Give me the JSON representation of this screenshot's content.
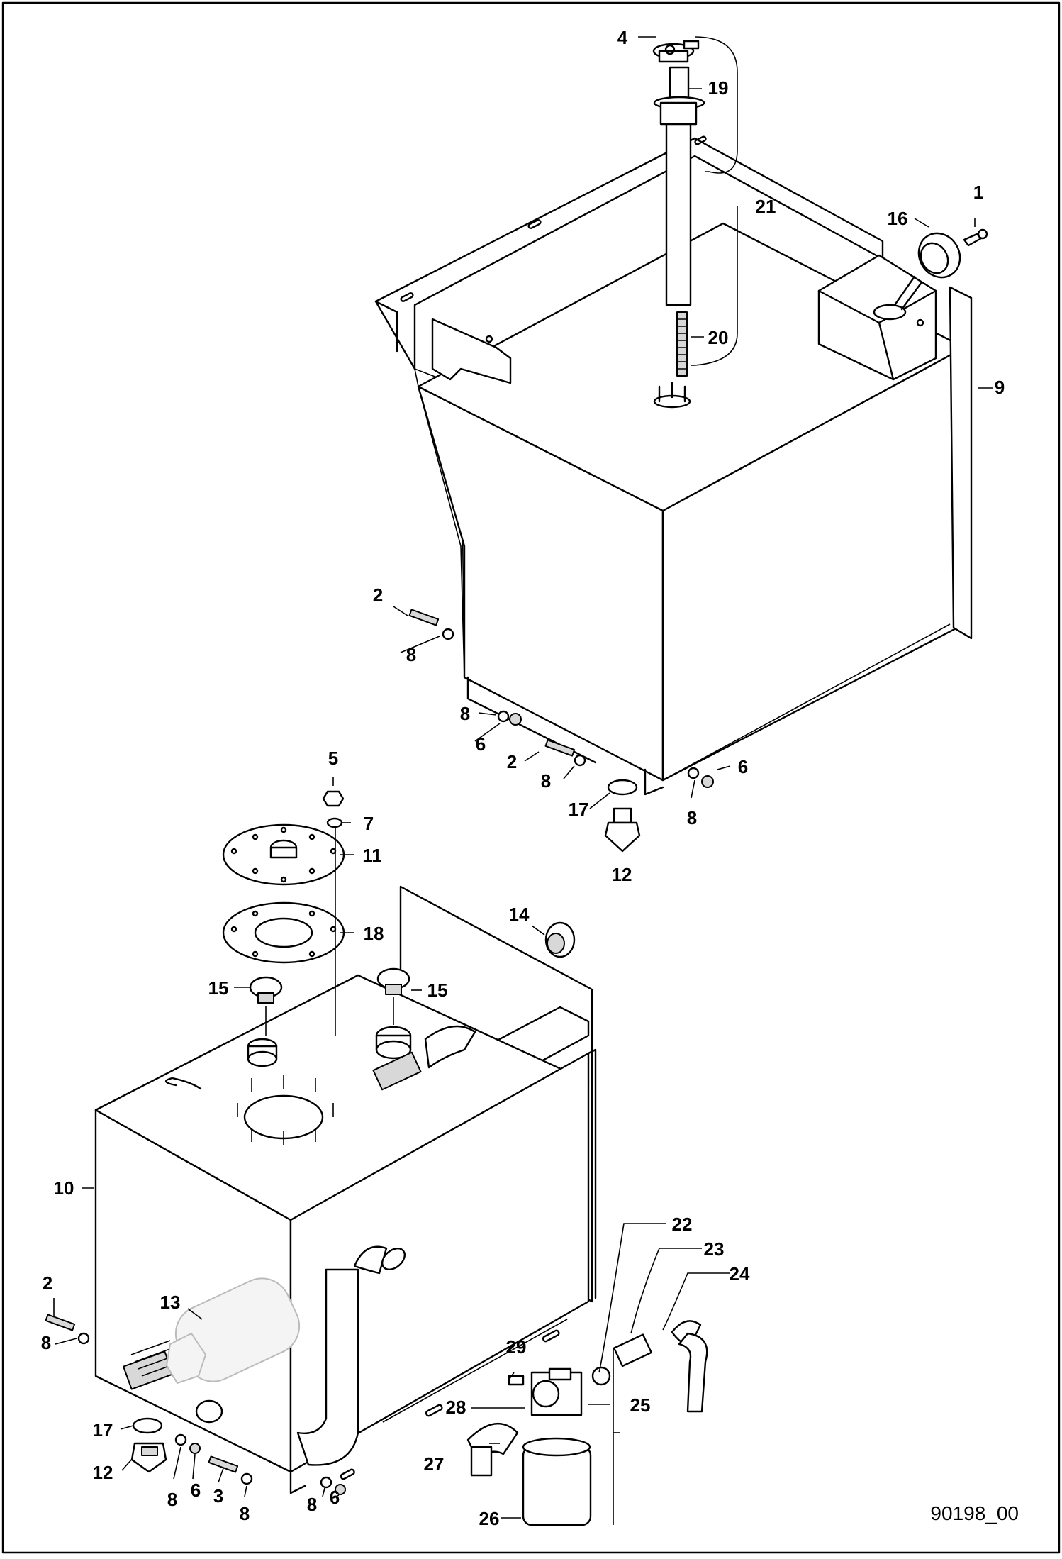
{
  "drawing_id": "90198_00",
  "callouts": [
    "1",
    "2",
    "3",
    "4",
    "5",
    "6",
    "7",
    "8",
    "9",
    "10",
    "11",
    "12",
    "13",
    "14",
    "15",
    "16",
    "17",
    "18",
    "19",
    "20",
    "21",
    "22",
    "23",
    "24",
    "25",
    "26",
    "27",
    "28",
    "29"
  ]
}
